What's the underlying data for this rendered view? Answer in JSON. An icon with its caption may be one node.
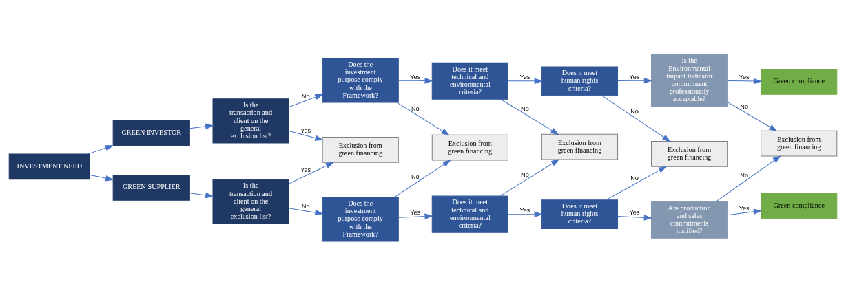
{
  "diagram": {
    "nodes": [
      {
        "text": [
          "INVESTMENT NEED"
        ]
      },
      {
        "text": [
          "GREEN INVESTOR"
        ]
      },
      {
        "text": [
          "Is the transaction and client on the general exclusion list?"
        ]
      },
      {
        "text": [
          "Does the investment purpose comply with the Framework?"
        ]
      },
      {
        "text": [
          "Does it meet technical and environmental criteria?"
        ]
      },
      {
        "text": [
          "Does it meet human rights criteria?"
        ]
      },
      {
        "text": [
          "Is the Environmental Impact Indicator commitment professionally acceptable?"
        ]
      },
      {
        "text": [
          "Green compliance"
        ]
      },
      {
        "text": [
          "Exclusion from green financing"
        ]
      },
      {
        "text": [
          "Exclusion from green financing"
        ]
      },
      {
        "text": [
          "Exclusion from green financing"
        ]
      },
      {
        "text": [
          "Exclusion from green financing"
        ]
      },
      {
        "text": [
          "Exclusion from green financing"
        ]
      },
      {
        "text": [
          "GREEN SUPPLIER"
        ]
      },
      {
        "text": [
          "Is the transaction and client on the general exclusion list?"
        ]
      },
      {
        "text": [
          "Does the investment purpose comply with the Framework?"
        ]
      },
      {
        "text": [
          "Does it meet technical and environmental criteria?"
        ]
      },
      {
        "text": [
          "Does it meet human rights criteria?"
        ]
      },
      {
        "text": [
          "Are production and sales commitments justified?"
        ]
      },
      {
        "text": [
          "Green compliance"
        ]
      }
    ],
    "edges": [
      {
        "from": 0,
        "to": 1,
        "arrow": "to"
      },
      {
        "from": 0,
        "to": 13,
        "arrow": "to"
      },
      {
        "from": 1,
        "to": 2,
        "arrow": "to"
      },
      {
        "from": 2,
        "to": 3,
        "arrow": "to",
        "label": "No"
      },
      {
        "from": 3,
        "to": 4,
        "arrow": "to",
        "label": "Yes"
      },
      {
        "from": 4,
        "to": 5,
        "arrow": "to",
        "label": "Yes"
      },
      {
        "from": 5,
        "to": 6,
        "arrow": "to",
        "label": "Yes"
      },
      {
        "from": 6,
        "to": 7,
        "arrow": "to",
        "label": "Yes"
      },
      {
        "from": 2,
        "to": 8,
        "arrow": "to",
        "label": "Yes"
      },
      {
        "from": 3,
        "to": 9,
        "arrow": "to",
        "label": "No"
      },
      {
        "from": 4,
        "to": 10,
        "arrow": "to",
        "label": "No"
      },
      {
        "from": 5,
        "to": 11,
        "arrow": "to",
        "label": "No"
      },
      {
        "from": 6,
        "to": 12,
        "arrow": "to",
        "label": "No"
      },
      {
        "from": 13,
        "to": 14,
        "arrow": "to"
      },
      {
        "from": 14,
        "to": 15,
        "arrow": "to",
        "label": "No"
      },
      {
        "from": 15,
        "to": 16,
        "arrow": "to",
        "label": "Yes"
      },
      {
        "from": 16,
        "to": 17,
        "arrow": "to",
        "label": "Yes"
      },
      {
        "from": 17,
        "to": 18,
        "arrow": "to",
        "label": "Yes"
      },
      {
        "from": 18,
        "to": 19,
        "arrow": "to",
        "label": "Yes"
      },
      {
        "from": 14,
        "to": 8,
        "arrow": "to",
        "label": "Yes"
      },
      {
        "from": 15,
        "to": 9,
        "arrow": "to",
        "label": "No"
      },
      {
        "from": 16,
        "to": 10,
        "arrow": "to",
        "label": "No"
      },
      {
        "from": 17,
        "to": 11,
        "arrow": "to",
        "label": "No"
      },
      {
        "from": 18,
        "to": 12,
        "arrow": "to",
        "label": "No"
      }
    ]
  }
}
